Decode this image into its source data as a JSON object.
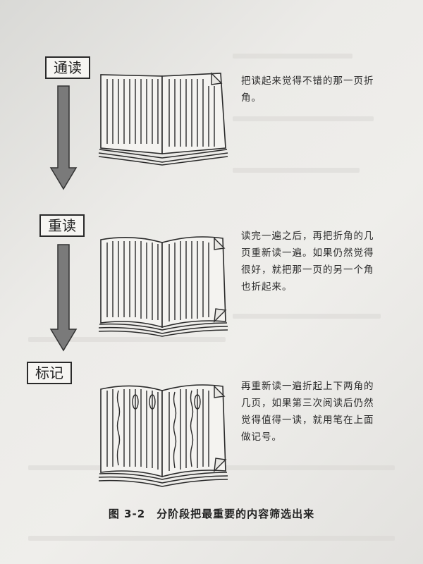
{
  "stages": [
    {
      "label": "通读",
      "description": "把读起来觉得不错的那一页折\n角。"
    },
    {
      "label": "重读",
      "description": "读完一遍之后，再把折角的几\n页重新读一遍。如果仍然觉得\n很好，就把那一页的另一个角\n也折起来。"
    },
    {
      "label": "标记",
      "description": "再重新读一遍折起上下两角的\n几页，如果第三次阅读后仍然\n觉得值得一读，就用笔在上面\n做记号。"
    }
  ],
  "caption": "图 3-2　分阶段把最重要的内容筛选出来",
  "colors": {
    "arrow": "#7a7a7a",
    "ink": "#2a2a2a"
  }
}
